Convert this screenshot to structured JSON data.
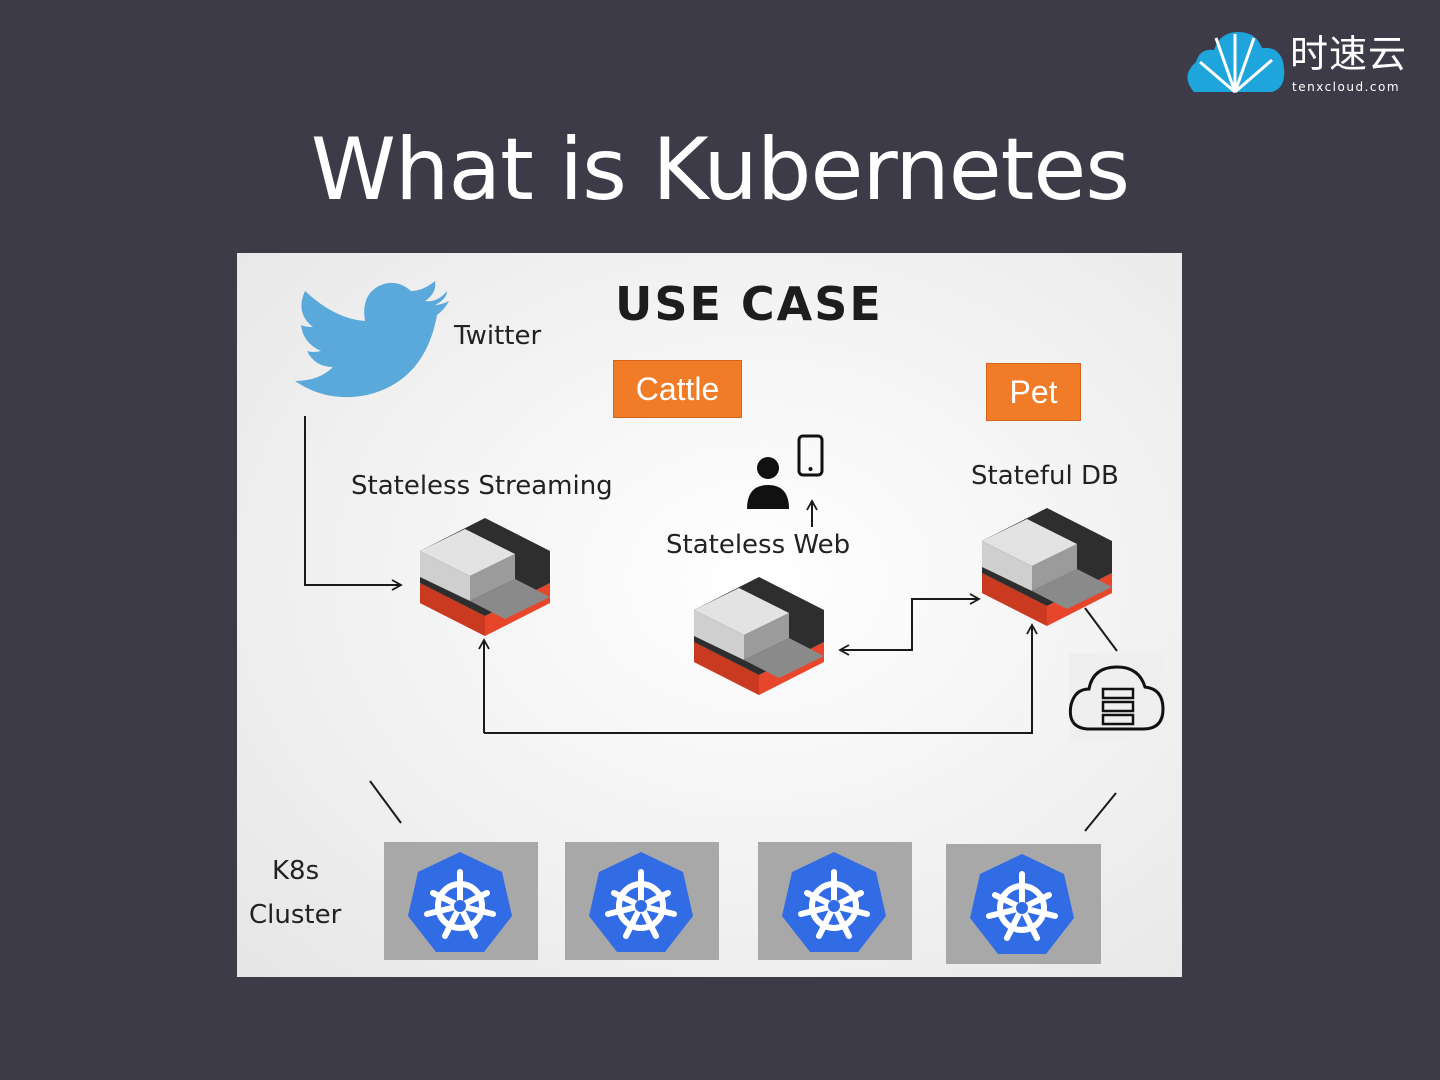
{
  "logo": {
    "name": "时速云",
    "domain": "tenxcloud.com",
    "icon": "cloud-fan-icon",
    "color": "#1ea5dc"
  },
  "slide": {
    "title": "What is Kubernetes"
  },
  "diagram": {
    "heading": "USE CASE",
    "twitter_label": "Twitter",
    "tags": {
      "cattle": "Cattle",
      "pet": "Pet"
    },
    "tag_color": "#f07c28",
    "services": {
      "streaming": "Stateless Streaming",
      "web": "Stateless Web",
      "db": "Stateful DB"
    },
    "cluster_label_1": "K8s",
    "cluster_label_2": "Cluster",
    "node_icon": "kubernetes-helm-icon",
    "node_color": "#326ce5",
    "block_colors": {
      "top": "#2e2e2e",
      "base": "#e8462a"
    }
  }
}
